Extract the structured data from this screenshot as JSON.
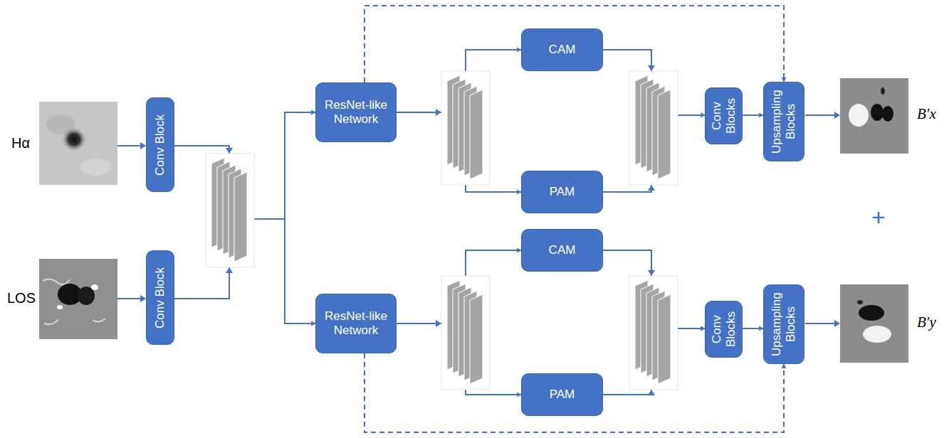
{
  "diagram": {
    "nodes": [
      {
        "text": [
          "Conv Block"
        ]
      },
      {
        "text": [
          "Conv Block"
        ]
      },
      {
        "text": [
          "ResNet-like Network"
        ]
      },
      {
        "text": [
          "CAM"
        ]
      },
      {
        "text": [
          "PAM"
        ]
      },
      {
        "text": [
          "Conv Blocks"
        ]
      },
      {
        "text": [
          "Upsampling Blocks"
        ]
      },
      {
        "text": [
          "ResNet-like Network"
        ]
      },
      {
        "text": [
          "CAM"
        ]
      },
      {
        "text": [
          "PAM"
        ]
      },
      {
        "text": [
          "Conv Blocks"
        ]
      },
      {
        "text": [
          "Upsampling Blocks"
        ]
      }
    ],
    "edges": [
      {
        "from": 0,
        "to": 2,
        "arrow": "to"
      },
      {
        "from": 0,
        "to": 7,
        "arrow": "to"
      },
      {
        "from": 1,
        "to": 2,
        "arrow": "to"
      },
      {
        "from": 1,
        "to": 7,
        "arrow": "to"
      },
      {
        "from": 2,
        "to": 3,
        "arrow": "to"
      },
      {
        "from": 2,
        "to": 4,
        "arrow": "to"
      },
      {
        "from": 3,
        "to": 5,
        "arrow": "to"
      },
      {
        "from": 4,
        "to": 5,
        "arrow": "to"
      },
      {
        "from": 5,
        "to": 6,
        "arrow": "to"
      },
      {
        "from": 2,
        "to": 6,
        "arrow": "to"
      },
      {
        "from": 7,
        "to": 8,
        "arrow": "to"
      },
      {
        "from": 7,
        "to": 9,
        "arrow": "to"
      },
      {
        "from": 8,
        "to": 10,
        "arrow": "to"
      },
      {
        "from": 9,
        "to": 10,
        "arrow": "to"
      },
      {
        "from": 10,
        "to": 11,
        "arrow": "to"
      },
      {
        "from": 7,
        "to": 11,
        "arrow": "to"
      }
    ],
    "labels": [
      "Hα",
      "LOS",
      "B′x",
      "B′y",
      "+"
    ]
  }
}
